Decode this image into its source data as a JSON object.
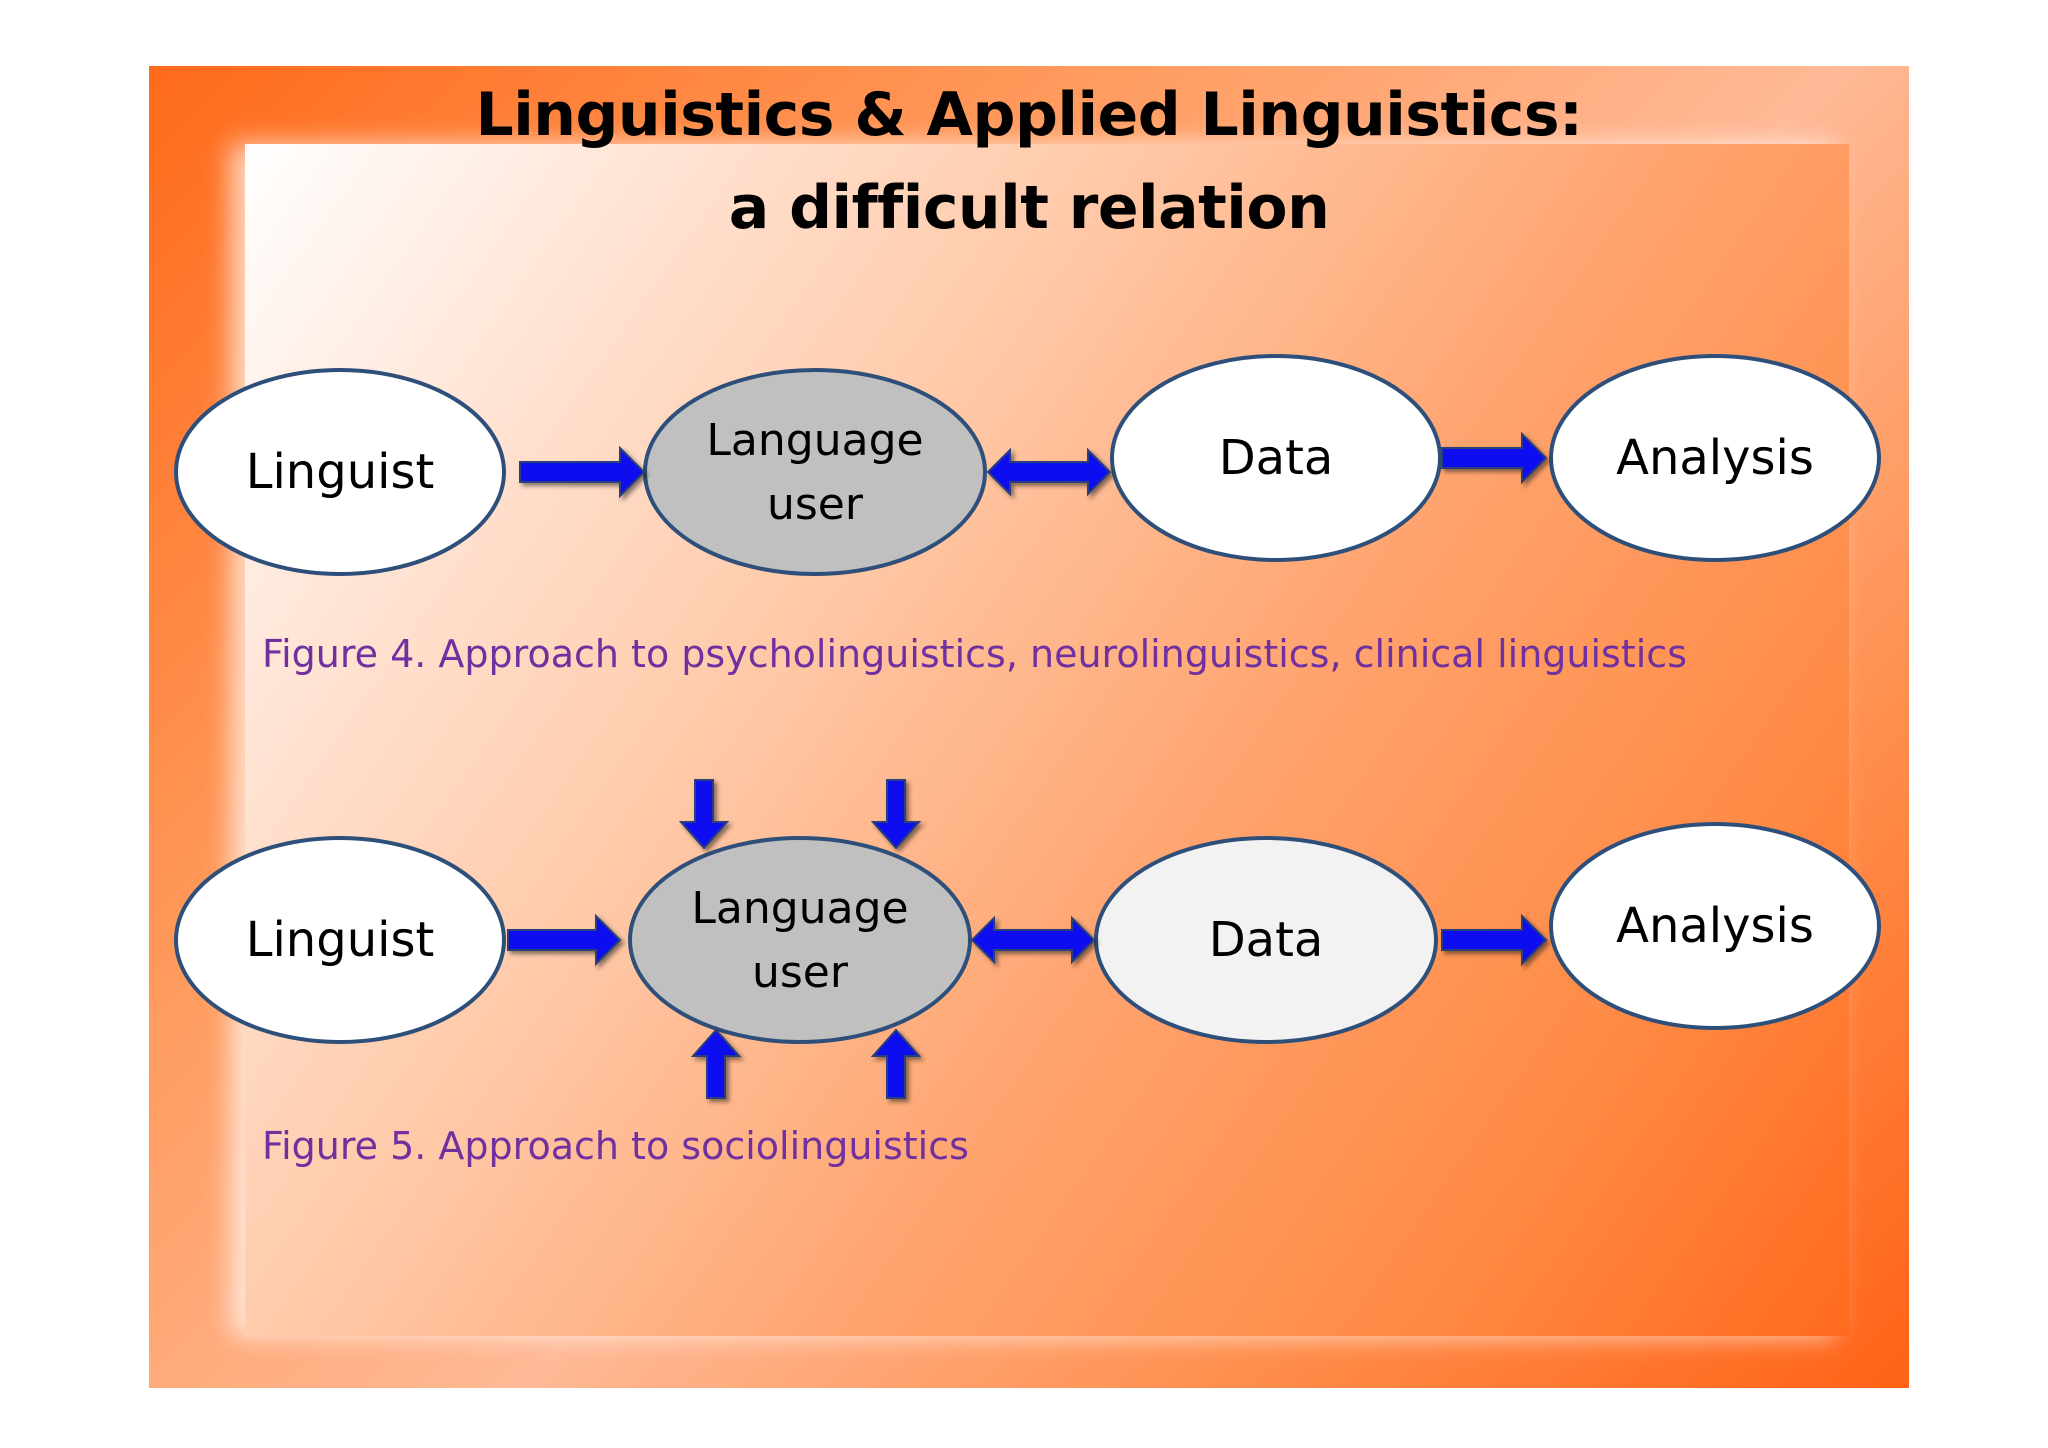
{
  "title": {
    "line1": "Linguistics & Applied Linguistics:",
    "line2": "a difficult relation"
  },
  "figure4": {
    "nodes": {
      "linguist": "Linguist",
      "language_user_line1": "Language",
      "language_user_line2": "user",
      "data": "Data",
      "analysis": "Analysis"
    },
    "caption": "Figure 4. Approach to psycholinguistics, neurolinguistics, clinical linguistics"
  },
  "figure5": {
    "nodes": {
      "linguist": "Linguist",
      "language_user_line1": "Language",
      "language_user_line2": "user",
      "data": "Data",
      "analysis": "Analysis"
    },
    "caption": "Figure 5. Approach to sociolinguistics"
  },
  "colors": {
    "arrow_fill": "#0b0bf0",
    "node_border": "#2e4f7a",
    "node_fill_white": "#ffffff",
    "node_fill_gray": "#c0c0c0",
    "node_fill_light": "#f2f2f2",
    "caption": "#7030a0"
  }
}
